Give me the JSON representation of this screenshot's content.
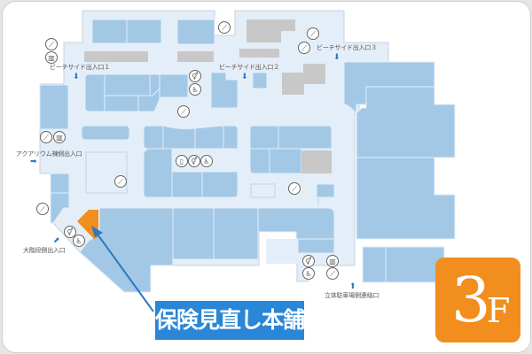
{
  "floor": {
    "number": "3",
    "suffix": "F",
    "color": "#f28e1e"
  },
  "highlight": {
    "label": "保険見直し本舗",
    "color": "#f28e1e",
    "callout_color": "#2a86d6"
  },
  "entrances": [
    {
      "label": "ビーチサイド出入口１",
      "arrow": "down"
    },
    {
      "label": "ビーチサイド出入口２",
      "arrow": "down"
    },
    {
      "label": "ビーチサイド出入口３",
      "arrow": "down"
    },
    {
      "label": "アクアリウム棟側出入口",
      "arrow": "right"
    },
    {
      "label": "大階段側出入口",
      "arrow": "up-right"
    },
    {
      "label": "立体駐車場側連絡口",
      "arrow": "up"
    }
  ],
  "facility_icons": {
    "stairs": "⟋",
    "escalator": "⟋",
    "elevator": "▥",
    "restroom": "⚥",
    "wheelchair": "♿",
    "nursing": "▯"
  },
  "colors": {
    "floor_bg": "#e4eef8",
    "shop": "#a2c8e6",
    "service": "#c8c8c8",
    "walls": "#c6d3df"
  }
}
